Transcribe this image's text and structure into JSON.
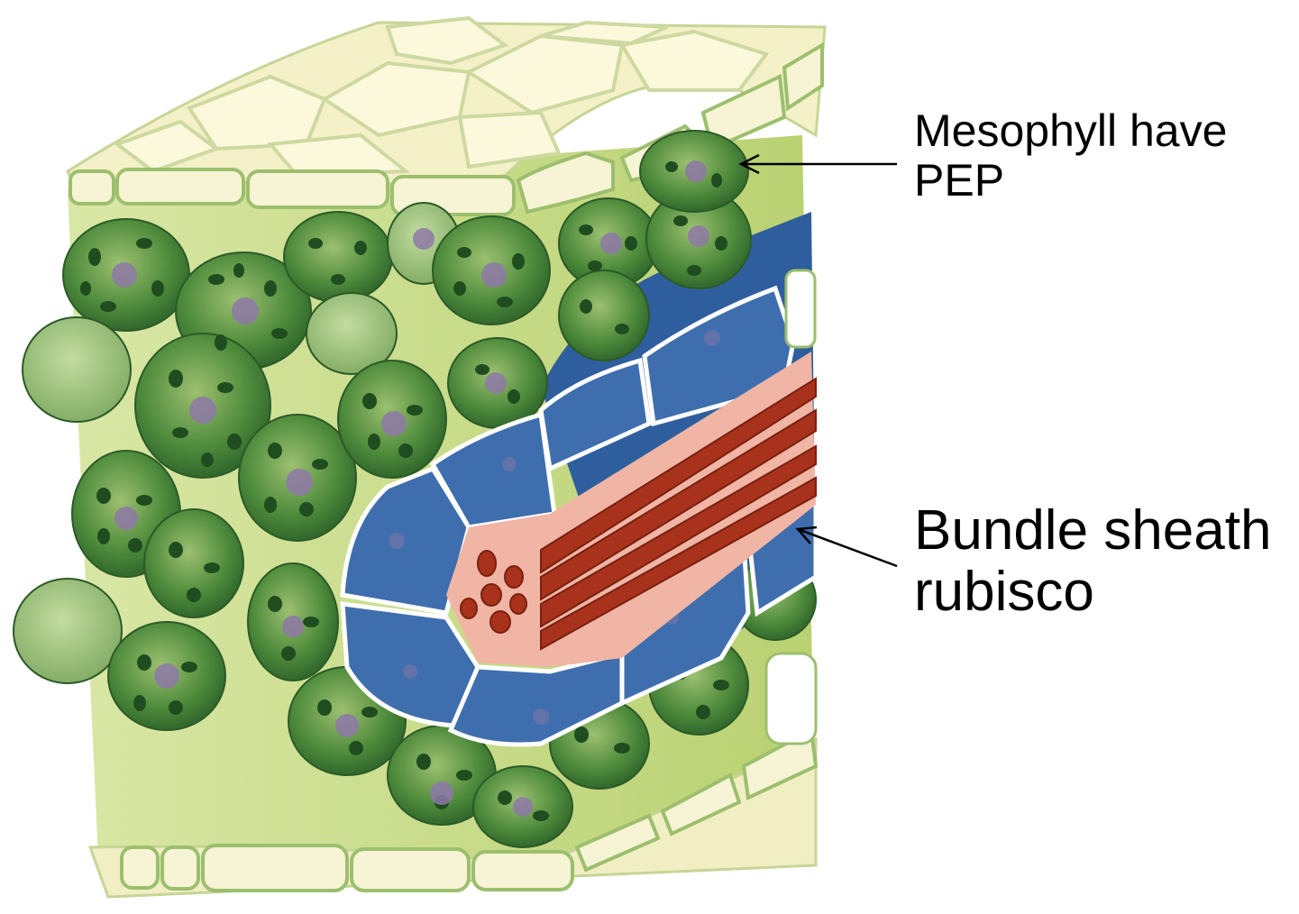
{
  "labels": {
    "mesophyll": {
      "line1": "Mesophyll have",
      "line2": "PEP"
    },
    "bundle_sheath": {
      "line1": "Bundle sheath",
      "line2": "rubisco"
    }
  },
  "colors": {
    "background": "#ffffff",
    "epidermis": "#f3f0c6",
    "epidermis_outline": "#b7cf86",
    "interior": "#c9dc82",
    "mesophyll_dark": "#2f6b2c",
    "mesophyll_light": "#8fb870",
    "chloroplast": "#1f4d1f",
    "nucleus": "#8e78a8",
    "bundle_sheath": "#3f6eae",
    "vein_tissue": "#f0b5a4",
    "vascular_strand": "#a8321b",
    "arrow": "#000000"
  },
  "icons": [
    "leaf-cross-section-illustration",
    "arrow-to-mesophyll",
    "arrow-to-bundle-sheath"
  ]
}
